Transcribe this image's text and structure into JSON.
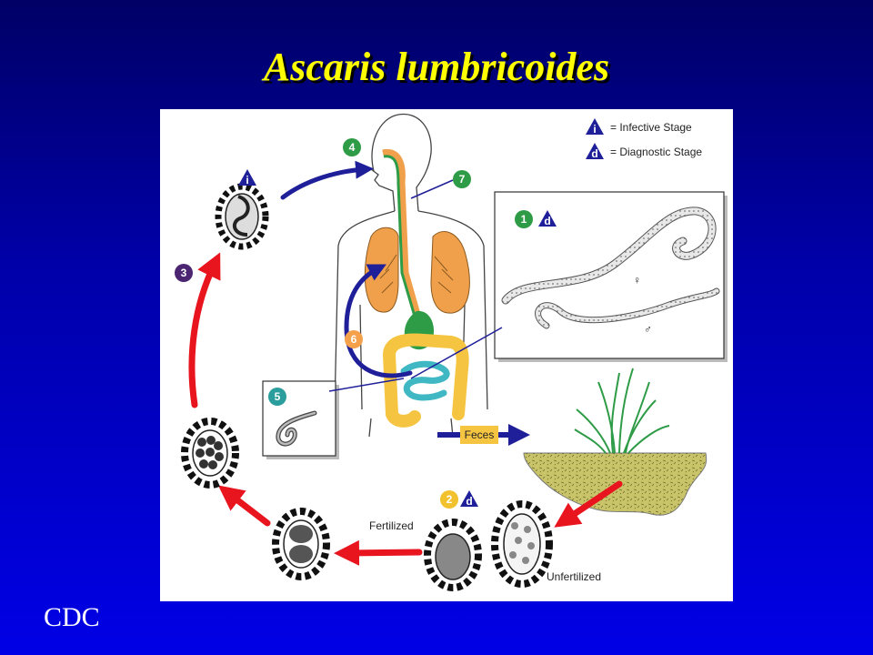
{
  "slide": {
    "title": "Ascaris lumbricoides",
    "credit": "CDC"
  },
  "legend": {
    "infective_symbol": "i",
    "infective_label": "= Infective Stage",
    "diagnostic_symbol": "d",
    "diagnostic_label": "= Diagnostic Stage"
  },
  "stages": [
    {
      "number": "1",
      "color": "#2e9b46",
      "marker": "d"
    },
    {
      "number": "2",
      "color": "#f2c12e",
      "marker": "d"
    },
    {
      "number": "3",
      "color": "#4b2472",
      "marker": ""
    },
    {
      "number": "4",
      "color": "#2e9b46",
      "marker": ""
    },
    {
      "number": "5",
      "color": "#2a9d9c",
      "marker": ""
    },
    {
      "number": "6",
      "color": "#f5a04a",
      "marker": ""
    },
    {
      "number": "7",
      "color": "#2e9b46",
      "marker": ""
    }
  ],
  "labels": {
    "feces": "Feces",
    "fertilized": "Fertilized",
    "unfertilized": "Unfertilized",
    "female": "♀",
    "male": "♂",
    "stage3_marker": "i"
  },
  "colors": {
    "cycle_arrow": "#e8141e",
    "blue_arrow": "#1f1f9a",
    "lungs": "#f0a04b",
    "intestine": "#f5c542",
    "small_intestine": "#3fb8c4",
    "esophagus": "#2e9b46"
  }
}
